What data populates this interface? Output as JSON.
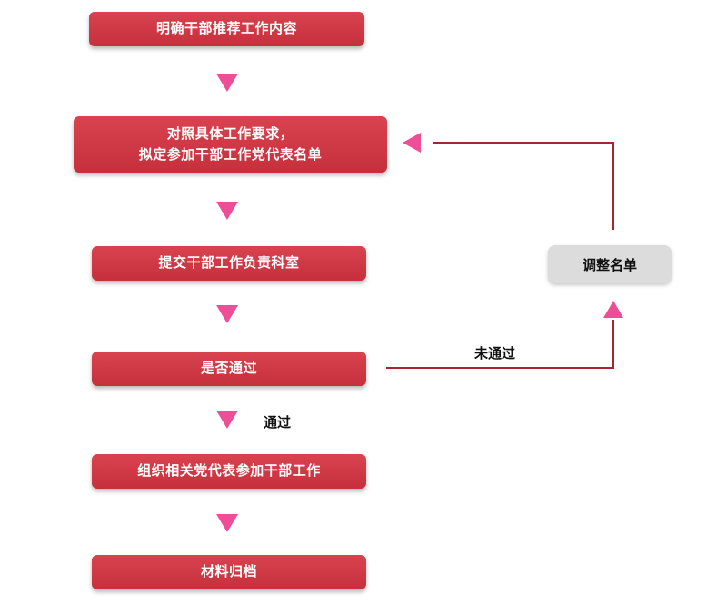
{
  "steps": {
    "step1": "明确干部推荐工作内容",
    "step2_line1": "对照具体工作要求，",
    "step2_line2": "拟定参加干部工作党代表名单",
    "step3": "提交干部工作负责科室",
    "step4": "是否通过",
    "step5": "组织相关党代表参加干部工作",
    "step6": "材料归档"
  },
  "side": {
    "adjust": "调整名单",
    "fail_label": "未通过",
    "pass_label": "通过"
  },
  "colors": {
    "box": "#c62f3c",
    "arrow": "#ee4d98",
    "connector": "#a8242f",
    "side_box": "#dcdcdc"
  }
}
